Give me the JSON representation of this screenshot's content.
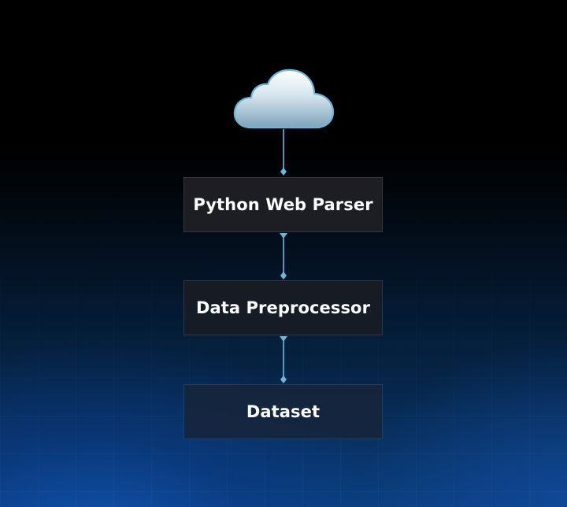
{
  "diagram": {
    "source_icon": "cloud-icon",
    "nodes": [
      {
        "id": "parser",
        "label": "Python Web Parser"
      },
      {
        "id": "preprocessor",
        "label": "Data Preprocessor"
      },
      {
        "id": "dataset",
        "label": "Dataset"
      }
    ],
    "edges": [
      {
        "from": "cloud",
        "to": "parser"
      },
      {
        "from": "parser",
        "to": "preprocessor"
      },
      {
        "from": "preprocessor",
        "to": "dataset"
      }
    ],
    "colors": {
      "connector": "#6fb6d6",
      "box_background": "#1f1f25",
      "text": "#ffffff"
    }
  }
}
